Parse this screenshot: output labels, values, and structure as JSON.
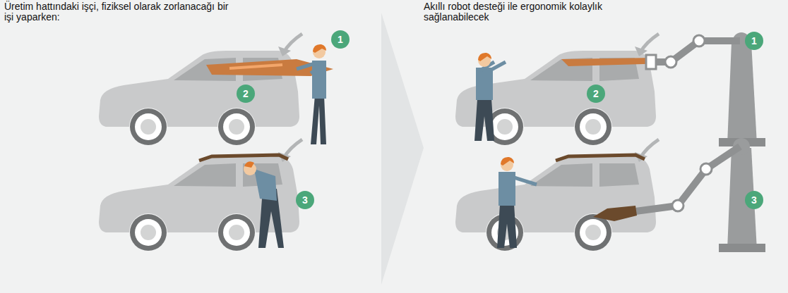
{
  "diagram": {
    "nodes": [
      {
        "text": [
          "1"
        ]
      },
      {
        "text": [
          "2"
        ]
      },
      {
        "text": [
          "3"
        ]
      },
      {
        "text": [
          "1"
        ]
      },
      {
        "text": [
          "2"
        ]
      },
      {
        "text": [
          "3"
        ]
      }
    ],
    "labels": [
      "Üretim hattındaki işçi, fiziksel olarak zorlanacağı bir işi yaparken:",
      "Akıllı robot desteği ile ergonomik kolaylık sağlanabilecek"
    ]
  }
}
